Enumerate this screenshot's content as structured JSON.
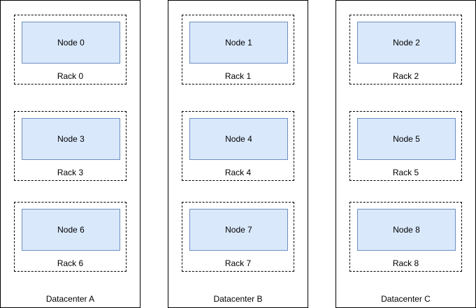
{
  "datacenters": [
    {
      "label": "Datacenter A",
      "racks": [
        {
          "label": "Rack 0",
          "node_label": "Node 0"
        },
        {
          "label": "Rack 3",
          "node_label": "Node 3"
        },
        {
          "label": "Rack 6",
          "node_label": "Node 6"
        }
      ]
    },
    {
      "label": "Datacenter B",
      "racks": [
        {
          "label": "Rack 1",
          "node_label": "Node 1"
        },
        {
          "label": "Rack 4",
          "node_label": "Node 4"
        },
        {
          "label": "Rack 7",
          "node_label": "Node 7"
        }
      ]
    },
    {
      "label": "Datacenter C",
      "racks": [
        {
          "label": "Rack 2",
          "node_label": "Node 2"
        },
        {
          "label": "Rack 5",
          "node_label": "Node 5"
        },
        {
          "label": "Rack 8",
          "node_label": "Node 8"
        }
      ]
    }
  ],
  "colors": {
    "background": "#ffffff",
    "text": "#000000",
    "node_fill": "#dae8fc",
    "node_border": "#6c8ebf",
    "rack_border": "#000000",
    "datacenter_border": "#000000"
  }
}
